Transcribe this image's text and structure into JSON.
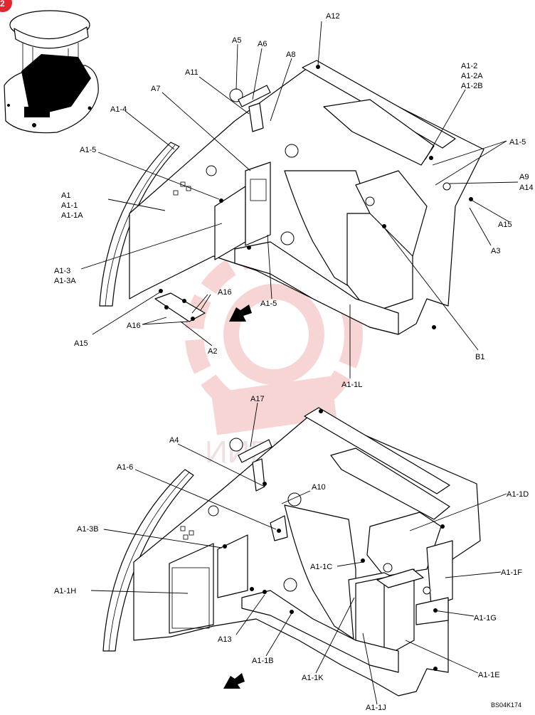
{
  "diagram": {
    "page_badge": "2",
    "drawing_code": "BS04K174",
    "watermark_text": "ИИВЕХ",
    "colors": {
      "line": "#000000",
      "badge": "#e0262e",
      "watermark": "#f3b3b3"
    },
    "top_labels": [
      {
        "id": "a12",
        "text": "A12"
      },
      {
        "id": "a5",
        "text": "A5"
      },
      {
        "id": "a6",
        "text": "A6"
      },
      {
        "id": "a8",
        "text": "A8"
      },
      {
        "id": "a11",
        "text": "A11"
      },
      {
        "id": "a7",
        "text": "A7"
      },
      {
        "id": "a1-4",
        "text": "A1-4"
      },
      {
        "id": "a1-5-left",
        "text": "A1-5"
      },
      {
        "id": "a1",
        "text": "A1"
      },
      {
        "id": "a1-1",
        "text": "A1-1"
      },
      {
        "id": "a1-1a",
        "text": "A1-1A"
      },
      {
        "id": "a1-3",
        "text": "A1-3"
      },
      {
        "id": "a1-3a",
        "text": "A1-3A"
      },
      {
        "id": "a16-top",
        "text": "A16"
      },
      {
        "id": "a16-left",
        "text": "A16"
      },
      {
        "id": "a15-left",
        "text": "A15"
      },
      {
        "id": "a2",
        "text": "A2"
      },
      {
        "id": "a1-5-mid",
        "text": "A1-5"
      },
      {
        "id": "a1-1l",
        "text": "A1-1L"
      },
      {
        "id": "b1",
        "text": "B1"
      },
      {
        "id": "a3",
        "text": "A3"
      },
      {
        "id": "a15-right",
        "text": "A15"
      },
      {
        "id": "a9",
        "text": "A9"
      },
      {
        "id": "a14",
        "text": "A14"
      },
      {
        "id": "a1-5-right",
        "text": "A1-5"
      },
      {
        "id": "a1-2",
        "text": "A1-2"
      },
      {
        "id": "a1-2a",
        "text": "A1-2A"
      },
      {
        "id": "a1-2b",
        "text": "A1-2B"
      }
    ],
    "bottom_labels": [
      {
        "id": "a17",
        "text": "A17"
      },
      {
        "id": "a4",
        "text": "A4"
      },
      {
        "id": "a10",
        "text": "A10"
      },
      {
        "id": "a1-6",
        "text": "A1-6"
      },
      {
        "id": "a1-3b",
        "text": "A1-3B"
      },
      {
        "id": "a1-1h",
        "text": "A1-1H"
      },
      {
        "id": "a13",
        "text": "A13"
      },
      {
        "id": "a1-1b",
        "text": "A1-1B"
      },
      {
        "id": "a1-1c",
        "text": "A1-1C"
      },
      {
        "id": "a1-1k",
        "text": "A1-1K"
      },
      {
        "id": "a1-1j",
        "text": "A1-1J"
      },
      {
        "id": "a1-1d",
        "text": "A1-1D"
      },
      {
        "id": "a1-1f",
        "text": "A1-1F"
      },
      {
        "id": "a1-1g",
        "text": "A1-1G"
      },
      {
        "id": "a1-1e",
        "text": "A1-1E"
      }
    ]
  }
}
